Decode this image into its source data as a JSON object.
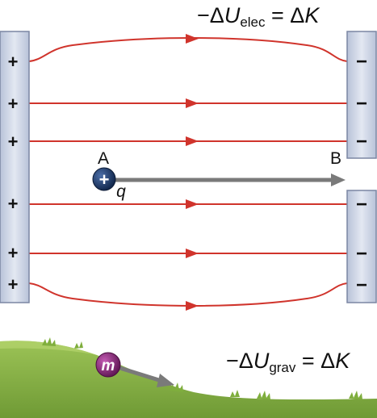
{
  "equations": {
    "elec": {
      "prefix": "−Δ",
      "var": "U",
      "sub": "elec",
      "rhs": "= Δ",
      "rhs_var": "K"
    },
    "grav": {
      "prefix": "−Δ",
      "var": "U",
      "sub": "grav",
      "rhs": "= Δ",
      "rhs_var": "K"
    }
  },
  "labels": {
    "point_a": "A",
    "point_b": "B",
    "charge": "q",
    "mass": "m",
    "plus_sign": "+",
    "minus_sign": "−"
  },
  "plates": {
    "left_signs": [
      "+",
      "+",
      "+",
      "+",
      "+",
      "+"
    ],
    "right_signs": [
      "−",
      "−",
      "−",
      "−",
      "−",
      "−"
    ]
  },
  "colors": {
    "field_line": "#d0342c",
    "plate_fill": "#cfd6e6",
    "plate_stroke": "#7b86a3",
    "charge_fill": "#1f3a6a",
    "mass_fill": "#8a2a7a",
    "arrow": "#7a7a7a",
    "ground": "#8db84a"
  }
}
